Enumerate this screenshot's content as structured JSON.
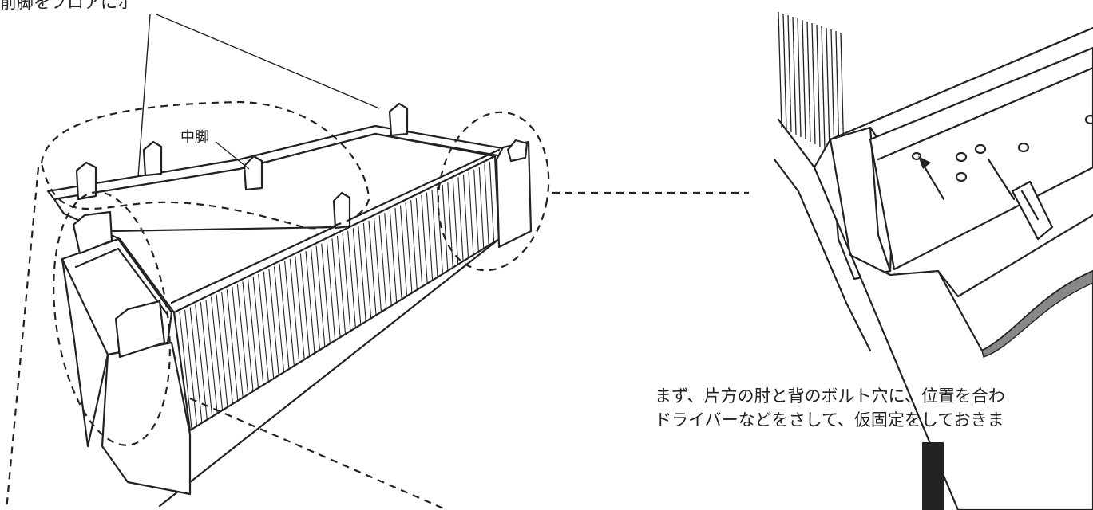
{
  "labels": {
    "middle_leg": "中脚",
    "top_cut": "前脚をフロアにボルトで止めます"
  },
  "caption": {
    "line1": "まず、片方の肘と背のボルト穴に、位置を合わ",
    "line2": "ドライバーなどをさして、仮固定をしておきま"
  }
}
